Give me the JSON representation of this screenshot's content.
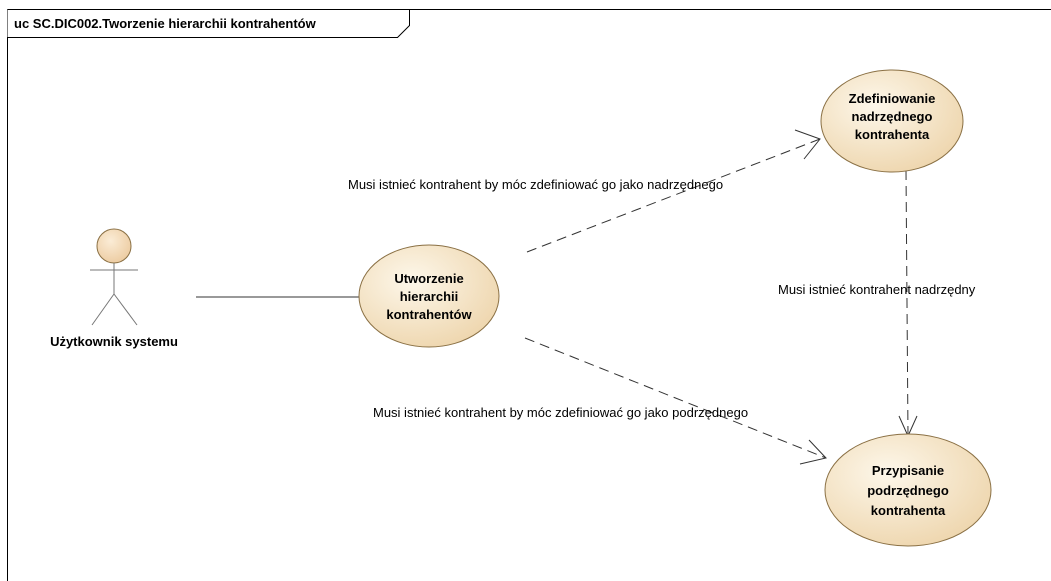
{
  "frame": {
    "title": "uc SC.DIC002.Tworzenie hierarchii kontrahentów"
  },
  "actor": {
    "name": "Użytkownik systemu"
  },
  "use_cases": {
    "main": {
      "lines": [
        "Utworzenie",
        "hierarchii",
        "kontrahentów"
      ]
    },
    "parent": {
      "lines": [
        "Zdefiniowanie",
        "nadrzędnego",
        "kontrahenta"
      ]
    },
    "child": {
      "lines": [
        "Przypisanie",
        "podrzędnego",
        "kontrahenta"
      ]
    }
  },
  "dependencies": {
    "main_to_parent": "Musi istnieć kontrahent by móc zdefiniować go jako nadrzędnego",
    "main_to_child": "Musi istnieć kontrahent by móc zdefiniować go jako podrzędnego",
    "parent_to_child": "Musi istnieć kontrahent nadrzędny"
  },
  "colors": {
    "usecase_fill_light": "#fdf7ea",
    "usecase_fill_dark": "#f0d8b0",
    "usecase_stroke": "#8a7044",
    "actor_fill": "#f6dfbf",
    "line": "#333333"
  }
}
